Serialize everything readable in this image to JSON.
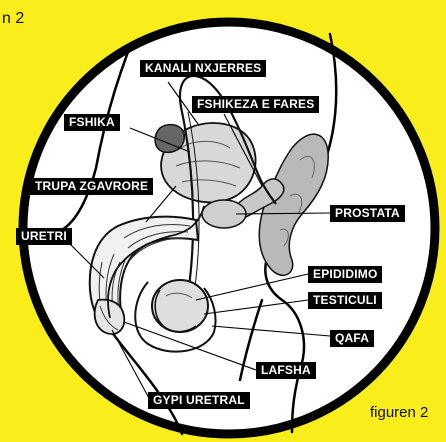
{
  "page": {
    "header_fragment": "n 2",
    "figure_caption": "figuren 2",
    "colors": {
      "background": "#f9ed1c",
      "circle": "#ffffff",
      "label_bg": "#000000",
      "label_text": "#ffffff"
    }
  },
  "labels": {
    "kanali_nxjerres": "KANALI NXJERRES",
    "fshikeza_e_fares": "FSHIKEZA E FARES",
    "fshika": "FSHIKA",
    "trupa_zgavrore": "TRUPA ZGAVRORE",
    "prostata": "PROSTATA",
    "uretri": "URETRI",
    "epididimo": "EPIDIDIMO",
    "testiculi": "TESTICULI",
    "qafa": "QAFA",
    "lafsha": "LAFSHA",
    "gypi_uretral": "GYPI URETRAL"
  }
}
